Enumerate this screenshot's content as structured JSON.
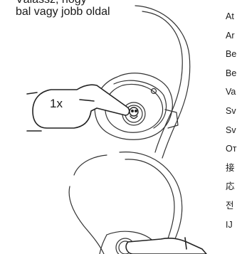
{
  "heading": {
    "line1": "Válassz, hogy",
    "line2": "bal vagy jobb oldal"
  },
  "press_label": "1x",
  "right_column": [
    "At",
    "Ar",
    "Be",
    "Be",
    "Va",
    "Sv",
    "Sv",
    "Oт",
    "接",
    "応",
    "전",
    "IJ"
  ],
  "icons": {
    "earbud_top": "earbud-with-ear-hook-icon",
    "earbud_bottom": "earbud-with-ear-hook-icon",
    "hand_top": "pointing-hand-icon",
    "hand_bottom": "pointing-hand-icon",
    "logo": "skull-logo-icon"
  }
}
